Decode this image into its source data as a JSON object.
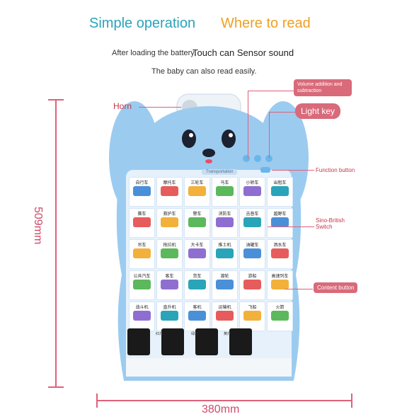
{
  "headline": {
    "left": "Simple operation",
    "right": "Where to read"
  },
  "subtitle": {
    "line1a": "After loading the battery,",
    "line1b": "Touch can Sensor sound",
    "line2": "The baby can also read easily."
  },
  "callouts": {
    "horn": "Horn",
    "volume": "Volume addition and subtraction",
    "light": "Light key",
    "function": "Function button",
    "switch": "Sino-British Switch",
    "content": "Content button"
  },
  "dimensions": {
    "height": "509mm",
    "width": "380mm"
  },
  "poster": {
    "title": "Transportation",
    "rows": [
      [
        "自行车",
        "摩托车",
        "三轮车",
        "马车",
        "小轿车",
        "出租车"
      ],
      [
        "赛车",
        "救护车",
        "警车",
        "消防车",
        "吉普车",
        "越野车"
      ],
      [
        "吊车",
        "拖拉机",
        "大卡车",
        "推土机",
        "油罐车",
        "洒水车"
      ],
      [
        "公共汽车",
        "客车",
        "货车",
        "渡轮",
        "游船",
        "高速列车"
      ],
      [
        "战斗机",
        "直升机",
        "客机",
        "运输机",
        "飞船",
        "火箭"
      ]
    ],
    "light_labels": [
      "红灯",
      "绿灯",
      "黄灯"
    ]
  },
  "colors": {
    "accent": "#d96a7a",
    "poster_blue": "#9ccbf0",
    "poster_dark": "#4a8fd4"
  }
}
